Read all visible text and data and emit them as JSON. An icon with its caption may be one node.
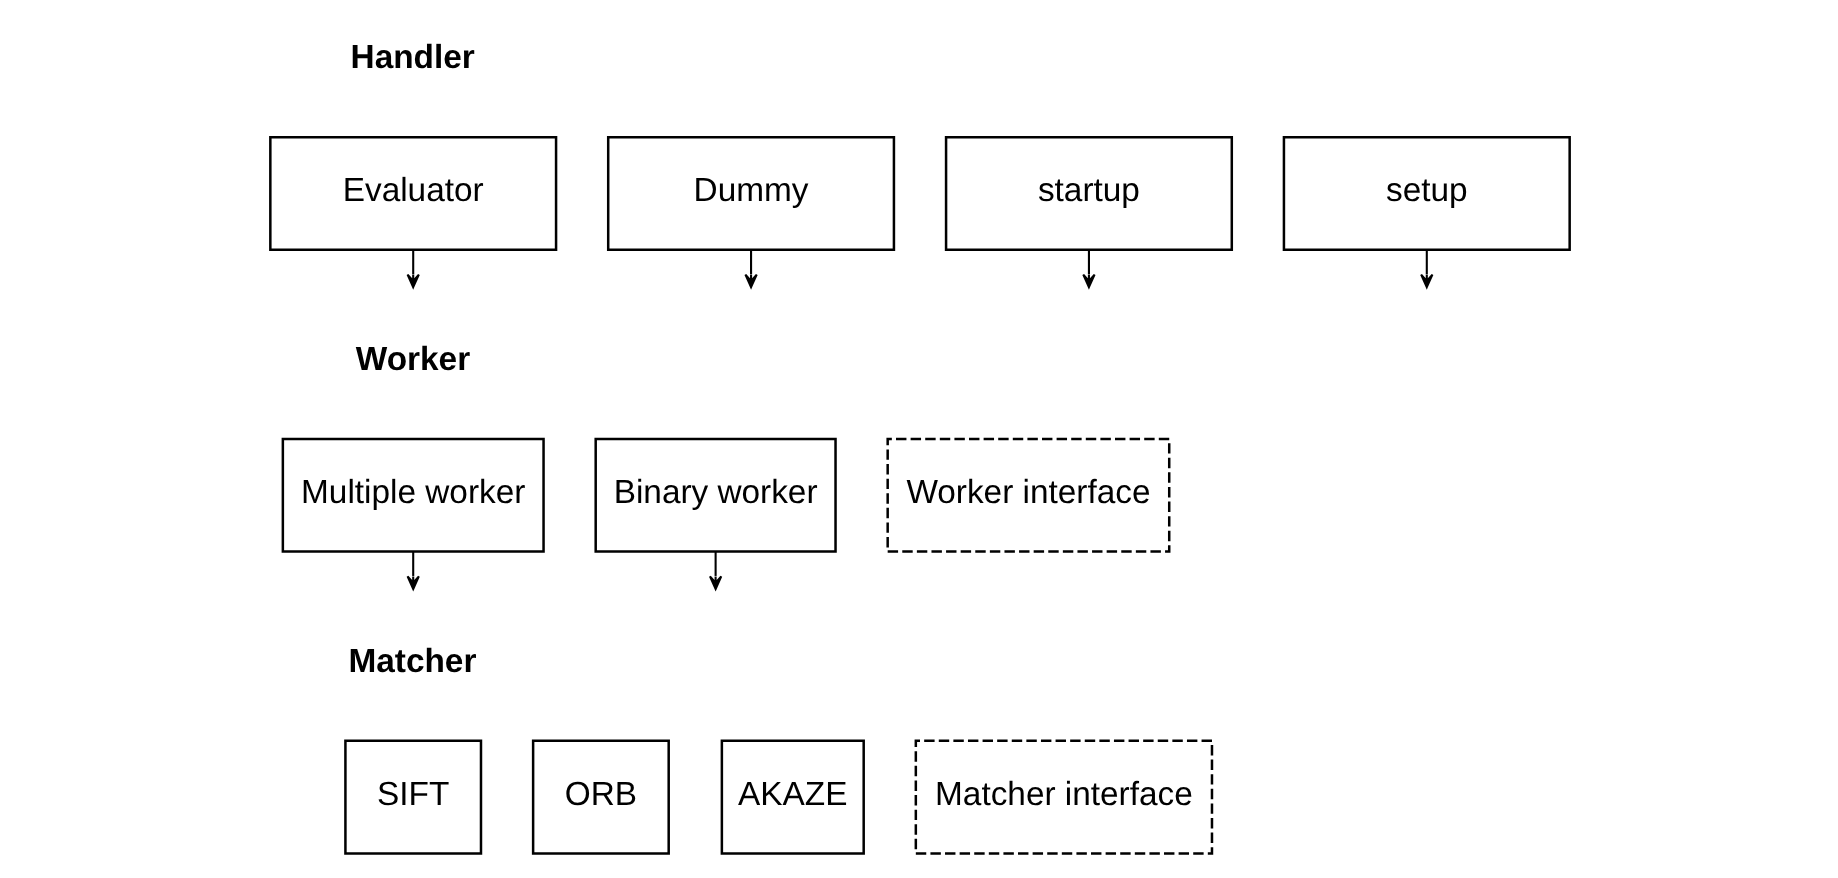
{
  "diagram": {
    "nodes": [
      {
        "text": [
          "Evaluator"
        ]
      },
      {
        "text": [
          "Dummy"
        ]
      },
      {
        "text": [
          "startup"
        ]
      },
      {
        "text": [
          "setup"
        ]
      },
      {
        "text": [
          "Multiple worker"
        ]
      },
      {
        "text": [
          "Binary worker"
        ]
      },
      {
        "text": [
          "Worker interface"
        ]
      },
      {
        "text": [
          "SIFT"
        ]
      },
      {
        "text": [
          "ORB"
        ]
      },
      {
        "text": [
          "AKAZE"
        ]
      },
      {
        "text": [
          "Matcher interface"
        ]
      }
    ],
    "edges": [
      {
        "from": 0,
        "to": null,
        "arrow": "to"
      },
      {
        "from": 1,
        "to": null,
        "arrow": "to"
      },
      {
        "from": 2,
        "to": null,
        "arrow": "to"
      },
      {
        "from": 3,
        "to": null,
        "arrow": "to"
      },
      {
        "from": 4,
        "to": null,
        "arrow": "to"
      },
      {
        "from": 5,
        "to": null,
        "arrow": "to"
      }
    ],
    "labels": [
      "Handler",
      "Worker",
      "Matcher"
    ]
  }
}
